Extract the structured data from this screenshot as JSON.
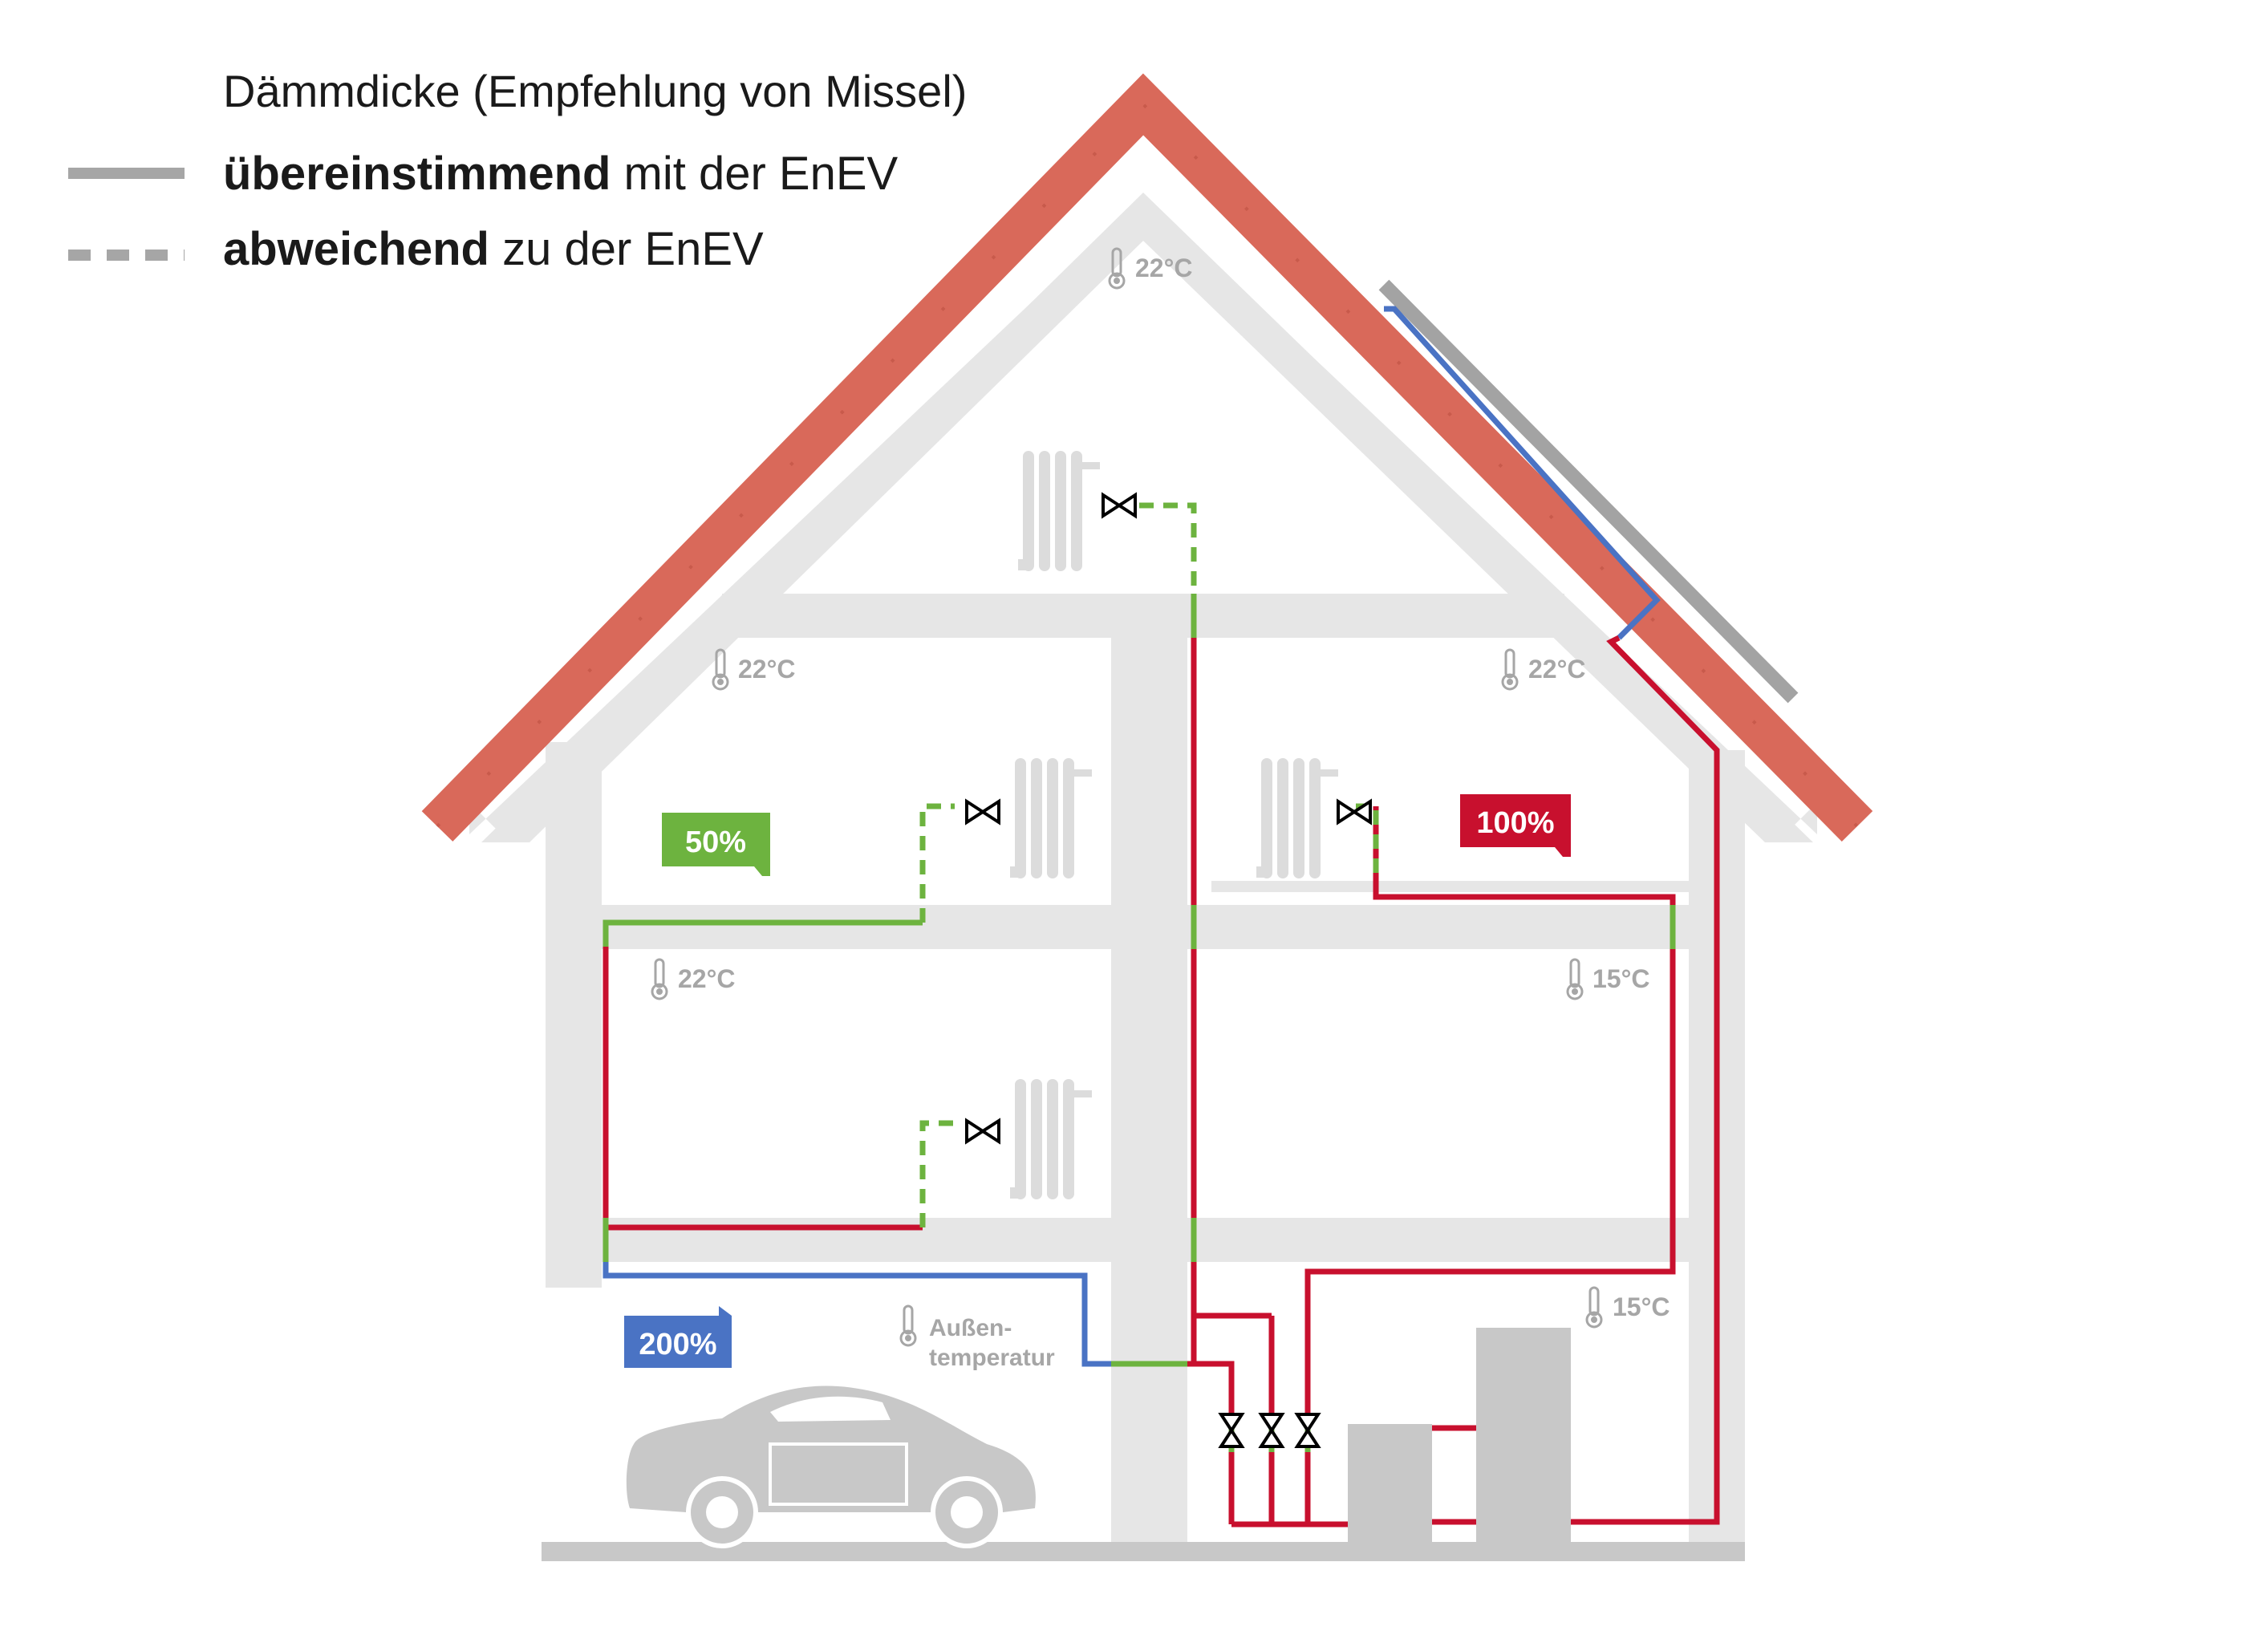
{
  "legend": {
    "title": "Dämmdicke (Empfehlung von Missel)",
    "solid_bold": "übereinstimmend",
    "solid_rest": " mit der EnEV",
    "dashed_bold": "abweichend",
    "dashed_rest": " zu der EnEV"
  },
  "temperatures": {
    "attic": "22°C",
    "upper_left": "22°C",
    "upper_right": "22°C",
    "lower_left": "22°C",
    "lower_right": "15°C",
    "basement": "15°C",
    "outside_line1": "Außen-",
    "outside_line2": "temperatur"
  },
  "badges": {
    "green": "50%",
    "red": "100%",
    "blue": "200%"
  },
  "colors": {
    "roof": "#d9695a",
    "wall": "#e6e6e6",
    "pipe_red": "#c8102e",
    "pipe_green": "#6db33f",
    "pipe_blue": "#4a73c4",
    "solar": "#a3a3a3",
    "device": "#c8c8c8",
    "ground": "#c8c8c8"
  },
  "icons": [
    "thermometer-icon",
    "radiator-icon",
    "valve-icon",
    "car-icon"
  ]
}
